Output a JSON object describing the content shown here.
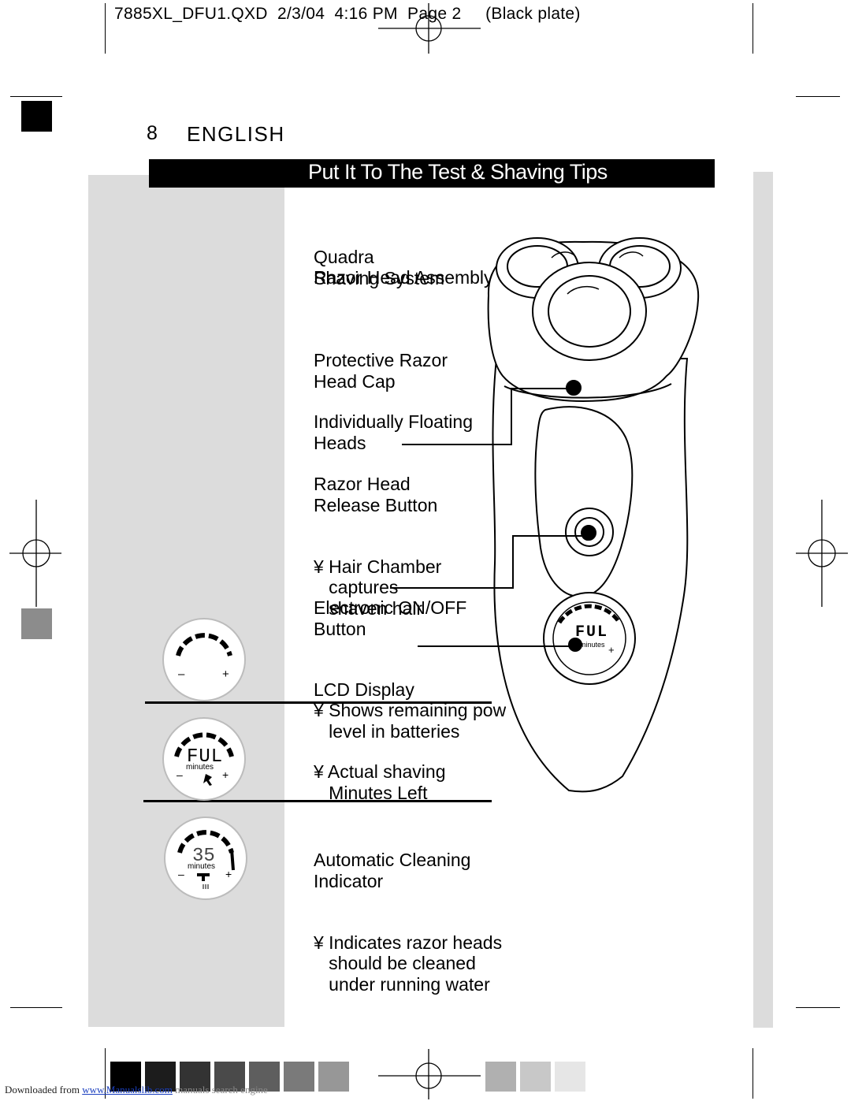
{
  "header": {
    "slug": "7885XL_DFU1.QXD  2/3/04  4:16 PM  Page 2     (Black plate)"
  },
  "section": {
    "page_number": "8",
    "language": "ENGLISH",
    "title": "Put It To The Test & Shaving Tips"
  },
  "labels": {
    "quadra": [
      "Quadra",
      "Shaving System"
    ],
    "razor_head_assembly": "Razor Head Assembly",
    "protective_cap": [
      "Protective Razor",
      "Head Cap"
    ],
    "floating_heads": [
      "Individually Floating",
      "Heads"
    ],
    "release_button": [
      "Razor Head",
      "Release Button"
    ],
    "hair_chamber": [
      "¥ Hair Chamber",
      "   captures",
      "   shaven hair"
    ],
    "on_off": [
      "Electronic ON/OFF",
      "Button"
    ],
    "lcd": [
      "LCD Display",
      "¥ Shows remaining power",
      "   level in batteries"
    ],
    "shaving_minutes": [
      "¥ Actual shaving",
      "   Minutes Left"
    ],
    "cleaning": [
      "Automatic Cleaning",
      "Indicator",
      "¥ Indicates razor heads",
      "   should be cleaned",
      "   under running water"
    ]
  },
  "displays": {
    "minus": "–",
    "plus": "+",
    "ful_text": "FUL",
    "minutes_word": "minutes",
    "count_text": "35"
  },
  "footer": {
    "prefix": "Downloaded from ",
    "link": "www.Manualslib.com",
    "suffix": " manuals search engine"
  },
  "colors": {
    "panel_gray": "#dcdcdc",
    "title_bar": "#000000",
    "color_bar": [
      "#000000",
      "#1c1c1c",
      "#333333",
      "#4a4a4a",
      "#5e5e5e",
      "#7a7a7a",
      "#979797",
      "#b0b0b0",
      "#c8c8c8",
      "#e6e6e6"
    ]
  }
}
